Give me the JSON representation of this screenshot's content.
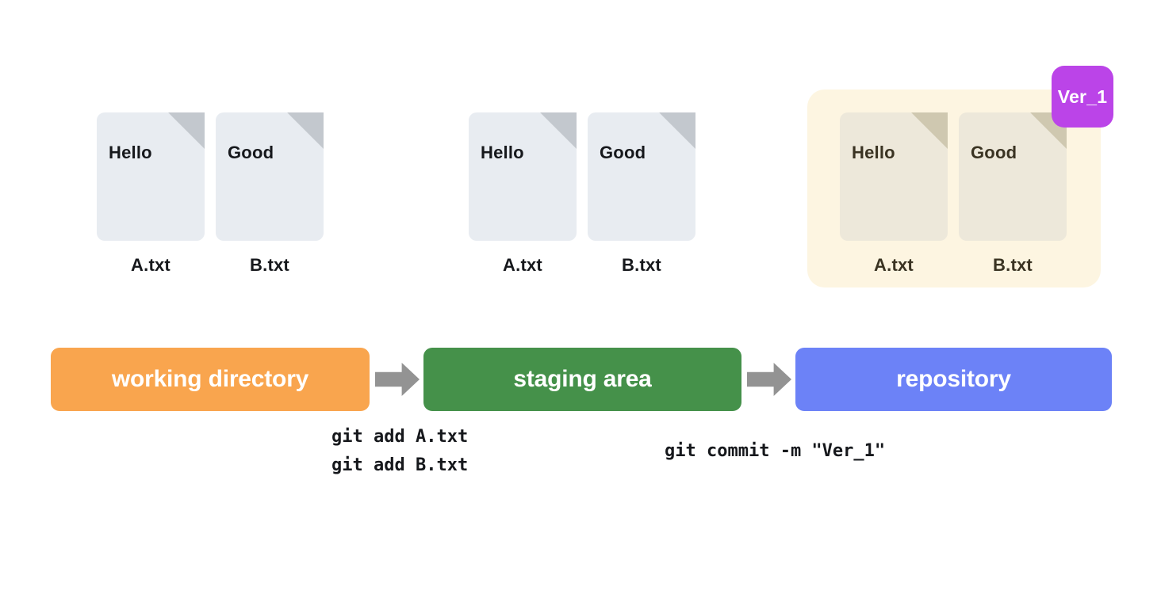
{
  "diagram": {
    "title": "git working directory, staging area and repository flow",
    "colors": {
      "working_directory": "#F9A54E",
      "staging_area": "#45914A",
      "repository": "#6C82F7",
      "arrow": "#939393",
      "version_badge": "#BB44E8",
      "repo_container": "#FDF5E1",
      "file_body": "#E8ECF1",
      "file_fold": "#C3C8CE",
      "repo_file_body": "#EDE8DA",
      "repo_file_fold": "#CFC8B0"
    }
  },
  "file_groups": [
    {
      "id": "working-directory-files",
      "files": [
        {
          "content": "Hello",
          "name": "A.txt"
        },
        {
          "content": "Good",
          "name": "B.txt"
        }
      ]
    },
    {
      "id": "staging-area-files",
      "files": [
        {
          "content": "Hello",
          "name": "A.txt"
        },
        {
          "content": "Good",
          "name": "B.txt"
        }
      ]
    },
    {
      "id": "repository-files",
      "badge": "Ver_1",
      "files": [
        {
          "content": "Hello",
          "name": "A.txt"
        },
        {
          "content": "Good",
          "name": "B.txt"
        }
      ]
    }
  ],
  "stages": [
    {
      "id": "working-directory",
      "label": "working directory"
    },
    {
      "id": "staging-area",
      "label": "staging area"
    },
    {
      "id": "repository",
      "label": "repository"
    }
  ],
  "arrows": [
    {
      "id": "arrow-wd-to-staging",
      "icon": "right-arrow-icon"
    },
    {
      "id": "arrow-staging-to-repo",
      "icon": "right-arrow-icon"
    }
  ],
  "commands": [
    {
      "id": "git-add-command",
      "lines": [
        "git add A.txt",
        "git add B.txt"
      ],
      "text": "git add A.txt\ngit add B.txt"
    },
    {
      "id": "git-commit-command",
      "lines": [
        "git commit -m \"Ver_1\""
      ],
      "text": "git commit -m \"Ver_1\""
    }
  ]
}
